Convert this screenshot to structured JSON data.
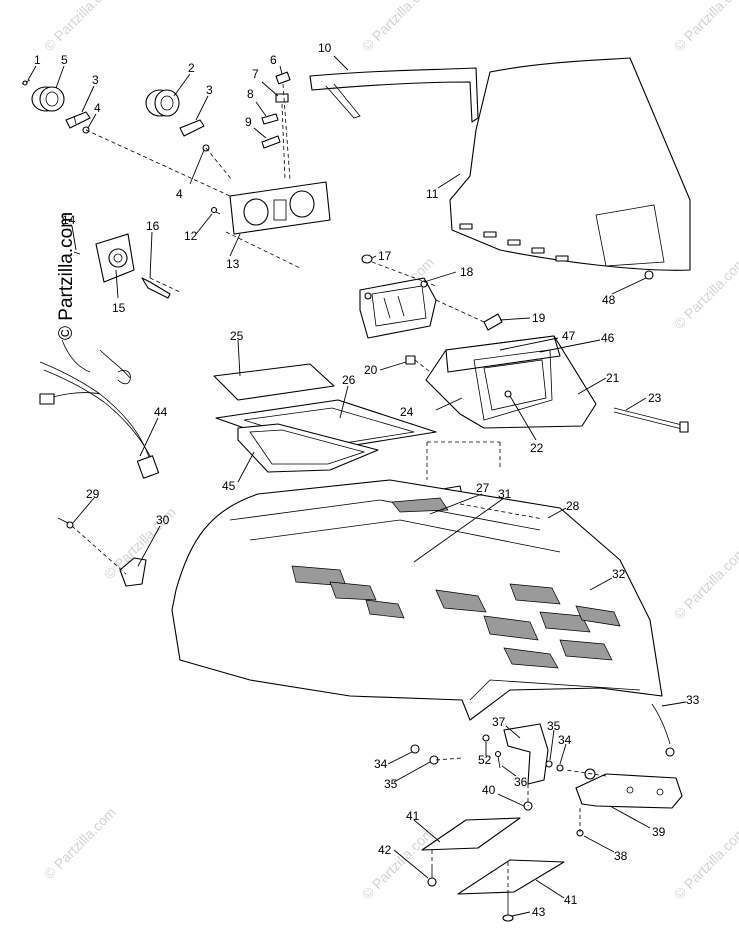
{
  "watermark": {
    "text": "© Partzilla.com",
    "tile_text": "© Partzilla.com"
  },
  "parts": {
    "p1": "1",
    "p2": "2",
    "p3a": "3",
    "p3b": "3",
    "p4a": "4",
    "p4b": "4",
    "p5": "5",
    "p6": "6",
    "p7": "7",
    "p8": "8",
    "p9": "9",
    "p10": "10",
    "p11": "11",
    "p12": "12",
    "p13": "13",
    "p14": "14",
    "p15": "15",
    "p16": "16",
    "p17": "17",
    "p18": "18",
    "p19": "19",
    "p20": "20",
    "p21": "21",
    "p22": "22",
    "p23": "23",
    "p24": "24",
    "p25": "25",
    "p26": "26",
    "p27": "27",
    "p28": "28",
    "p29": "29",
    "p30": "30",
    "p31": "31",
    "p32": "32",
    "p33": "33",
    "p34a": "34",
    "p34b": "34",
    "p35a": "35",
    "p35b": "35",
    "p36": "36",
    "p37": "37",
    "p38": "38",
    "p39": "39",
    "p40": "40",
    "p41a": "41",
    "p41b": "41",
    "p42": "42",
    "p43": "43",
    "p44": "44",
    "p45": "45",
    "p46": "46",
    "p47": "47",
    "p48": "48",
    "p52": "52"
  }
}
